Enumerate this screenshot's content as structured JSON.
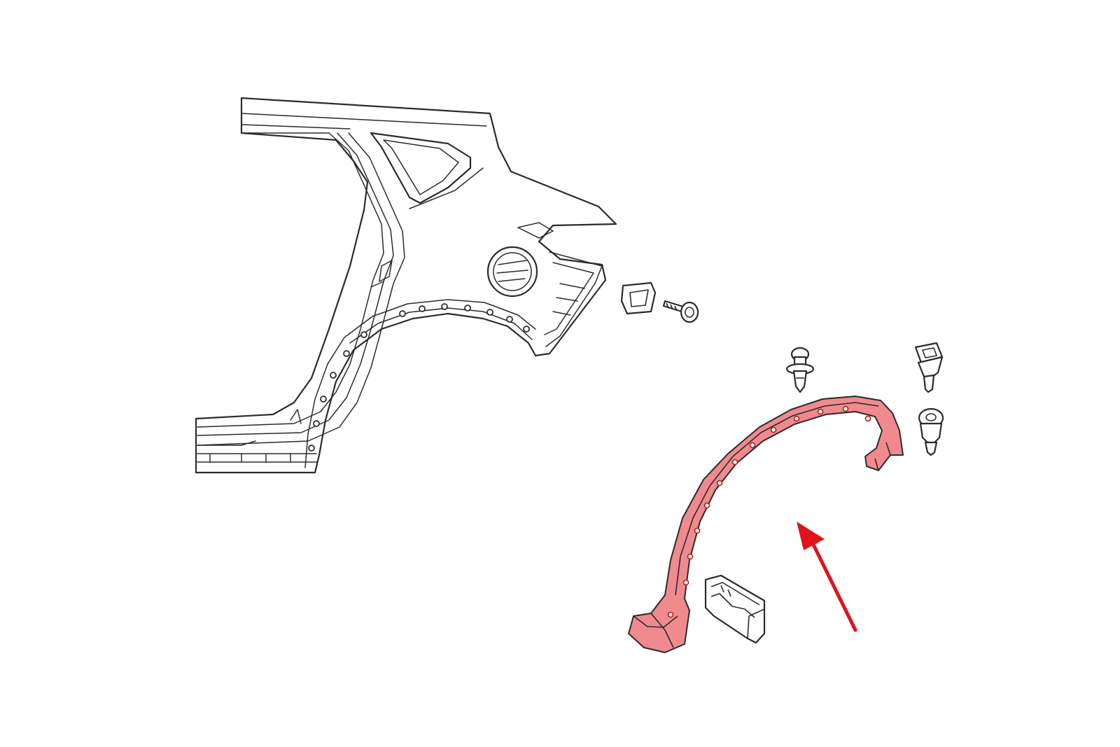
{
  "diagram": {
    "type": "parts-exploded-view",
    "colors": {
      "line": "#2b2b2b",
      "highlight_fill": "#f08a8f",
      "highlight_stroke": "#d11a22",
      "arrow": "#e0121b",
      "background": "#ffffff"
    },
    "parts": [
      {
        "name": "quarter-panel",
        "highlighted": false
      },
      {
        "name": "fuel-door-housing",
        "highlighted": false
      },
      {
        "name": "clip-bracket",
        "highlighted": false
      },
      {
        "name": "screw",
        "highlighted": false
      },
      {
        "name": "push-pin-clip",
        "highlighted": false
      },
      {
        "name": "square-retainer-clip",
        "highlighted": false
      },
      {
        "name": "round-retainer-clip",
        "highlighted": false
      },
      {
        "name": "wheel-arch-molding",
        "highlighted": true
      },
      {
        "name": "mud-flap",
        "highlighted": false
      }
    ],
    "callout": {
      "icon": "arrow-icon",
      "points_to": "wheel-arch-molding"
    }
  }
}
